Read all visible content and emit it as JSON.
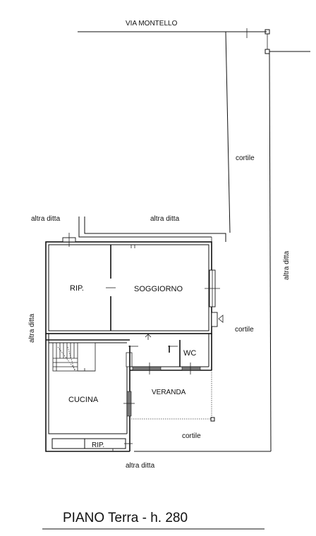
{
  "labels": {
    "street": "VIA MONTELLO",
    "cortile_top": "cortile",
    "cortile_mid": "cortile",
    "cortile_bottom": "cortile",
    "altra_ditta_topleft": "altra ditta",
    "altra_ditta_top": "altra ditta",
    "altra_ditta_left": "altra ditta",
    "altra_ditta_right": "altra ditta",
    "altra_ditta_bottom": "altra ditta"
  },
  "rooms": {
    "rip_upper": "RIP.",
    "soggiorno": "SOGGIORNO",
    "wc": "WC",
    "veranda": "VERANDA",
    "cucina": "CUCINA",
    "rip_lower": "RIP."
  },
  "title": "PIANO Terra - h. 280"
}
